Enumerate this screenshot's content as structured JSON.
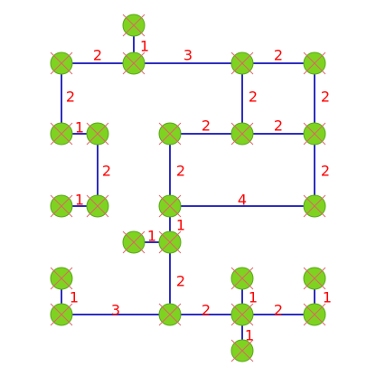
{
  "graph": {
    "nodes": [
      "n1",
      "n2",
      "n3",
      "n4",
      "n5",
      "n6",
      "n7",
      "n8",
      "n9",
      "n10",
      "n11",
      "n12",
      "n13",
      "n14",
      "n15",
      "n16",
      "n17",
      "n18",
      "n19",
      "n20",
      "n21",
      "n22",
      "n23"
    ],
    "edges": [
      {
        "id": "e-n1-n2",
        "from": "n1",
        "to": "n2",
        "weight": "1"
      },
      {
        "id": "e-n3-n2",
        "from": "n3",
        "to": "n2",
        "weight": "2"
      },
      {
        "id": "e-n2-n4",
        "from": "n2",
        "to": "n4",
        "weight": "3"
      },
      {
        "id": "e-n4-n5",
        "from": "n4",
        "to": "n5",
        "weight": "2"
      },
      {
        "id": "e-n3-n6",
        "from": "n3",
        "to": "n6",
        "weight": "2"
      },
      {
        "id": "e-n4-n9",
        "from": "n4",
        "to": "n9",
        "weight": "2"
      },
      {
        "id": "e-n5-n10",
        "from": "n5",
        "to": "n10",
        "weight": "2"
      },
      {
        "id": "e-n6-n7",
        "from": "n6",
        "to": "n7",
        "weight": "1"
      },
      {
        "id": "e-n8-n9",
        "from": "n8",
        "to": "n9",
        "weight": "2"
      },
      {
        "id": "e-n9-n10",
        "from": "n9",
        "to": "n10",
        "weight": "2"
      },
      {
        "id": "e-n7-n12",
        "from": "n7",
        "to": "n12",
        "weight": "2"
      },
      {
        "id": "e-n8-n13",
        "from": "n8",
        "to": "n13",
        "weight": "2"
      },
      {
        "id": "e-n10-n14",
        "from": "n10",
        "to": "n14",
        "weight": "2"
      },
      {
        "id": "e-n11-n12",
        "from": "n11",
        "to": "n12",
        "weight": "1"
      },
      {
        "id": "e-n13-n14",
        "from": "n13",
        "to": "n14",
        "weight": "4"
      },
      {
        "id": "e-n13-n16",
        "from": "n13",
        "to": "n16",
        "weight": "1"
      },
      {
        "id": "e-n15-n16",
        "from": "n15",
        "to": "n16",
        "weight": "1"
      },
      {
        "id": "e-n16-n20",
        "from": "n16",
        "to": "n20",
        "weight": "2"
      },
      {
        "id": "e-n17-n19",
        "from": "n17",
        "to": "n19",
        "weight": "1"
      },
      {
        "id": "e-n19-n20",
        "from": "n19",
        "to": "n20",
        "weight": "3"
      },
      {
        "id": "e-n20-n21",
        "from": "n20",
        "to": "n21",
        "weight": "2"
      },
      {
        "id": "e-n18-n21",
        "from": "n18",
        "to": "n21",
        "weight": "1"
      },
      {
        "id": "e-n21-n22",
        "from": "n21",
        "to": "n22",
        "weight": "2"
      },
      {
        "id": "e-n23-n22",
        "from": "n23",
        "to": "n22",
        "weight": "1"
      },
      {
        "id": "e-n21-n24",
        "from": "n21",
        "to": "n24",
        "weight": "1"
      }
    ]
  }
}
